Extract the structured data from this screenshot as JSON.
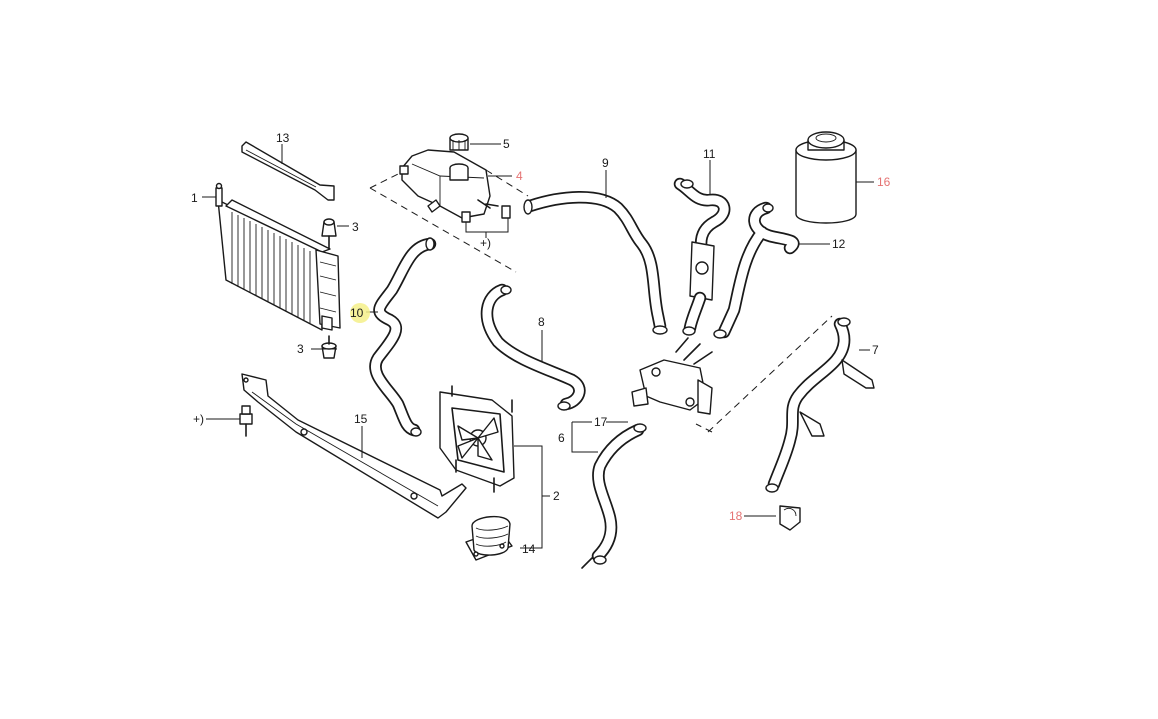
{
  "callouts": [
    {
      "id": "c1",
      "text": "1",
      "color": "#1a1a1a"
    },
    {
      "id": "c2",
      "text": "2",
      "color": "#1a1a1a"
    },
    {
      "id": "c3a",
      "text": "3",
      "color": "#1a1a1a"
    },
    {
      "id": "c3b",
      "text": "3",
      "color": "#1a1a1a"
    },
    {
      "id": "c4",
      "text": "4",
      "color": "#e57373"
    },
    {
      "id": "c5",
      "text": "5",
      "color": "#1a1a1a"
    },
    {
      "id": "c6",
      "text": "6",
      "color": "#1a1a1a"
    },
    {
      "id": "c7",
      "text": "7",
      "color": "#1a1a1a"
    },
    {
      "id": "c8",
      "text": "8",
      "color": "#1a1a1a"
    },
    {
      "id": "c9",
      "text": "9",
      "color": "#1a1a1a"
    },
    {
      "id": "c10",
      "text": "10",
      "color": "#1a1a1a",
      "highlighted": true
    },
    {
      "id": "c11",
      "text": "11",
      "color": "#1a1a1a"
    },
    {
      "id": "c12",
      "text": "12",
      "color": "#1a1a1a"
    },
    {
      "id": "c13",
      "text": "13",
      "color": "#1a1a1a"
    },
    {
      "id": "c14",
      "text": "14",
      "color": "#1a1a1a"
    },
    {
      "id": "c15",
      "text": "15",
      "color": "#1a1a1a"
    },
    {
      "id": "c16",
      "text": "16",
      "color": "#e57373"
    },
    {
      "id": "c17",
      "text": "17",
      "color": "#1a1a1a"
    },
    {
      "id": "c18",
      "text": "18",
      "color": "#e57373"
    },
    {
      "id": "cpa",
      "text": "+)",
      "color": "#1a1a1a"
    },
    {
      "id": "cpb",
      "text": "+)",
      "color": "#1a1a1a"
    }
  ],
  "colors": {
    "line": "#1a1a1a",
    "reference_label": "#e57373",
    "highlight": "#f4f08a",
    "background": "#ffffff"
  }
}
